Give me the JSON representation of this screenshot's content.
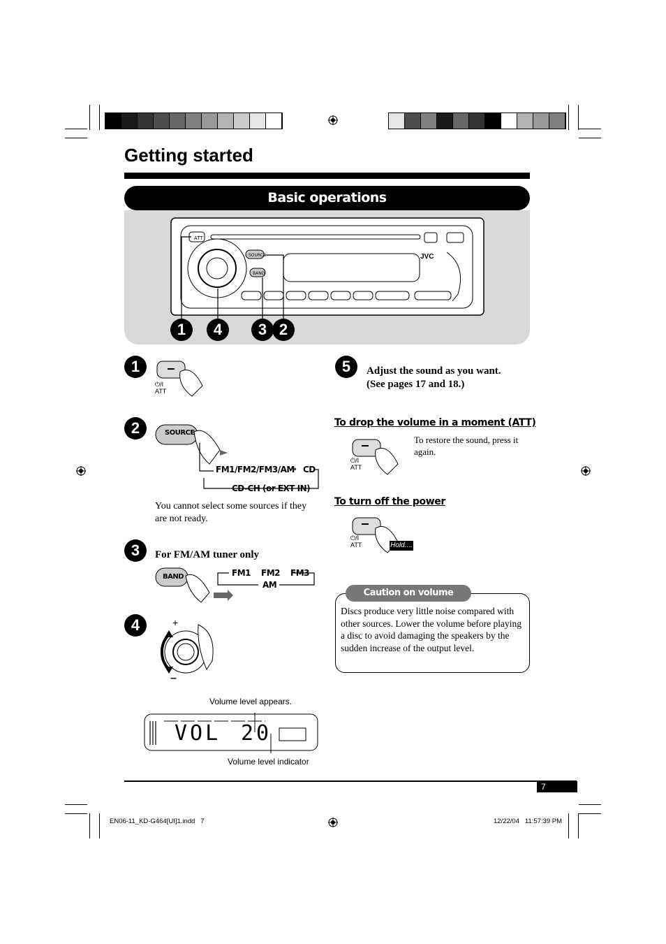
{
  "page_title": "Getting started",
  "section_title": "Basic operations",
  "panel_callouts": [
    "1",
    "4",
    "3",
    "2"
  ],
  "device": {
    "brand": "JVC",
    "source_label": "SOURCE",
    "band_label": "BAND",
    "att_label": "ATT"
  },
  "steps": {
    "s1": {
      "num": "1",
      "icon_label": "ATT"
    },
    "s2": {
      "num": "2",
      "button_label": "SOURCE",
      "flow_main": "FM1/FM2/FM3/AM",
      "flow_cd": "CD",
      "flow_return": "CD-CH (or EXT IN)",
      "note": "You cannot select some sources if they are not ready."
    },
    "s3": {
      "num": "3",
      "heading": "For FM/AM tuner only",
      "button_label": "BAND",
      "fm1": "FM1",
      "fm2": "FM2",
      "fm3": "FM3",
      "am": "AM"
    },
    "s4": {
      "num": "4",
      "plus": "+",
      "minus": "–",
      "vol_caption_top": "Volume level appears.",
      "vol_caption_bottom": "Volume level indicator",
      "display_text": "VOL",
      "display_value": "20"
    },
    "s5": {
      "num": "5",
      "line1": "Adjust the sound as you want.",
      "line2": "(See pages 17 and 18.)"
    }
  },
  "att": {
    "heading": "To drop the volume in a moment (ATT)",
    "text": "To restore the sound, press it again.",
    "icon_label": "ATT"
  },
  "power": {
    "heading": "To turn off the power",
    "hold_label": "Hold....",
    "icon_label": "ATT"
  },
  "caution": {
    "title": "Caution on volume setting:",
    "text": "Discs produce very little noise compared with other sources. Lower the volume before playing a disc to avoid damaging the speakers by the sudden increase of the output level."
  },
  "page_number": "7",
  "footer": {
    "file": "EN06-11_KD-G464[UI]1.indd   7",
    "timestamp": "12/22/04   11:57:39 PM"
  },
  "colorbar_left": [
    "#000000",
    "#1a1a1a",
    "#333333",
    "#4d4d4d",
    "#666666",
    "#808080",
    "#999999",
    "#b3b3b3",
    "#cccccc",
    "#e6e6e6",
    "#ffffff"
  ],
  "colorbar_right": [
    "#e6e6e6",
    "#4d4d4d",
    "#808080",
    "#1a1a1a",
    "#666666",
    "#333333",
    "#000000",
    "#ffffff",
    "#b3b3b3",
    "#999999",
    "#808080"
  ]
}
